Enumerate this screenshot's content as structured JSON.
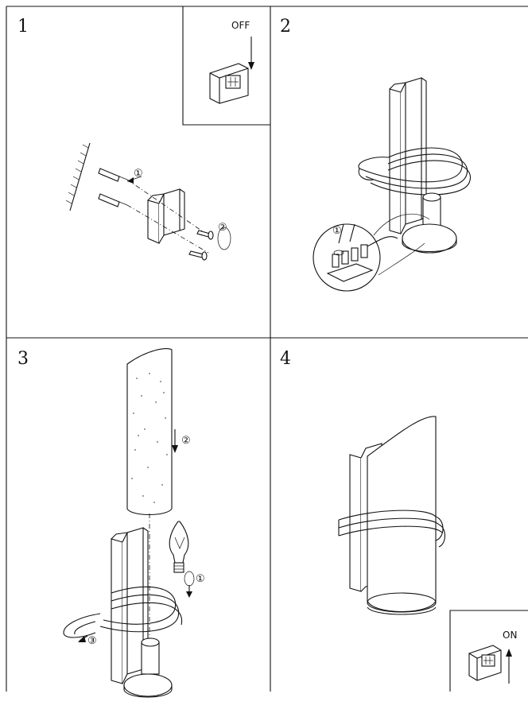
{
  "steps": [
    {
      "number": "1"
    },
    {
      "number": "2"
    },
    {
      "number": "3"
    },
    {
      "number": "4"
    }
  ],
  "switch_off": {
    "label": "OFF"
  },
  "switch_on": {
    "label": "ON"
  },
  "callouts": {
    "s1_a": "①",
    "s1_b": "②",
    "s2_a": "①",
    "s3_a": "①",
    "s3_b": "②",
    "s3_c": "③"
  }
}
